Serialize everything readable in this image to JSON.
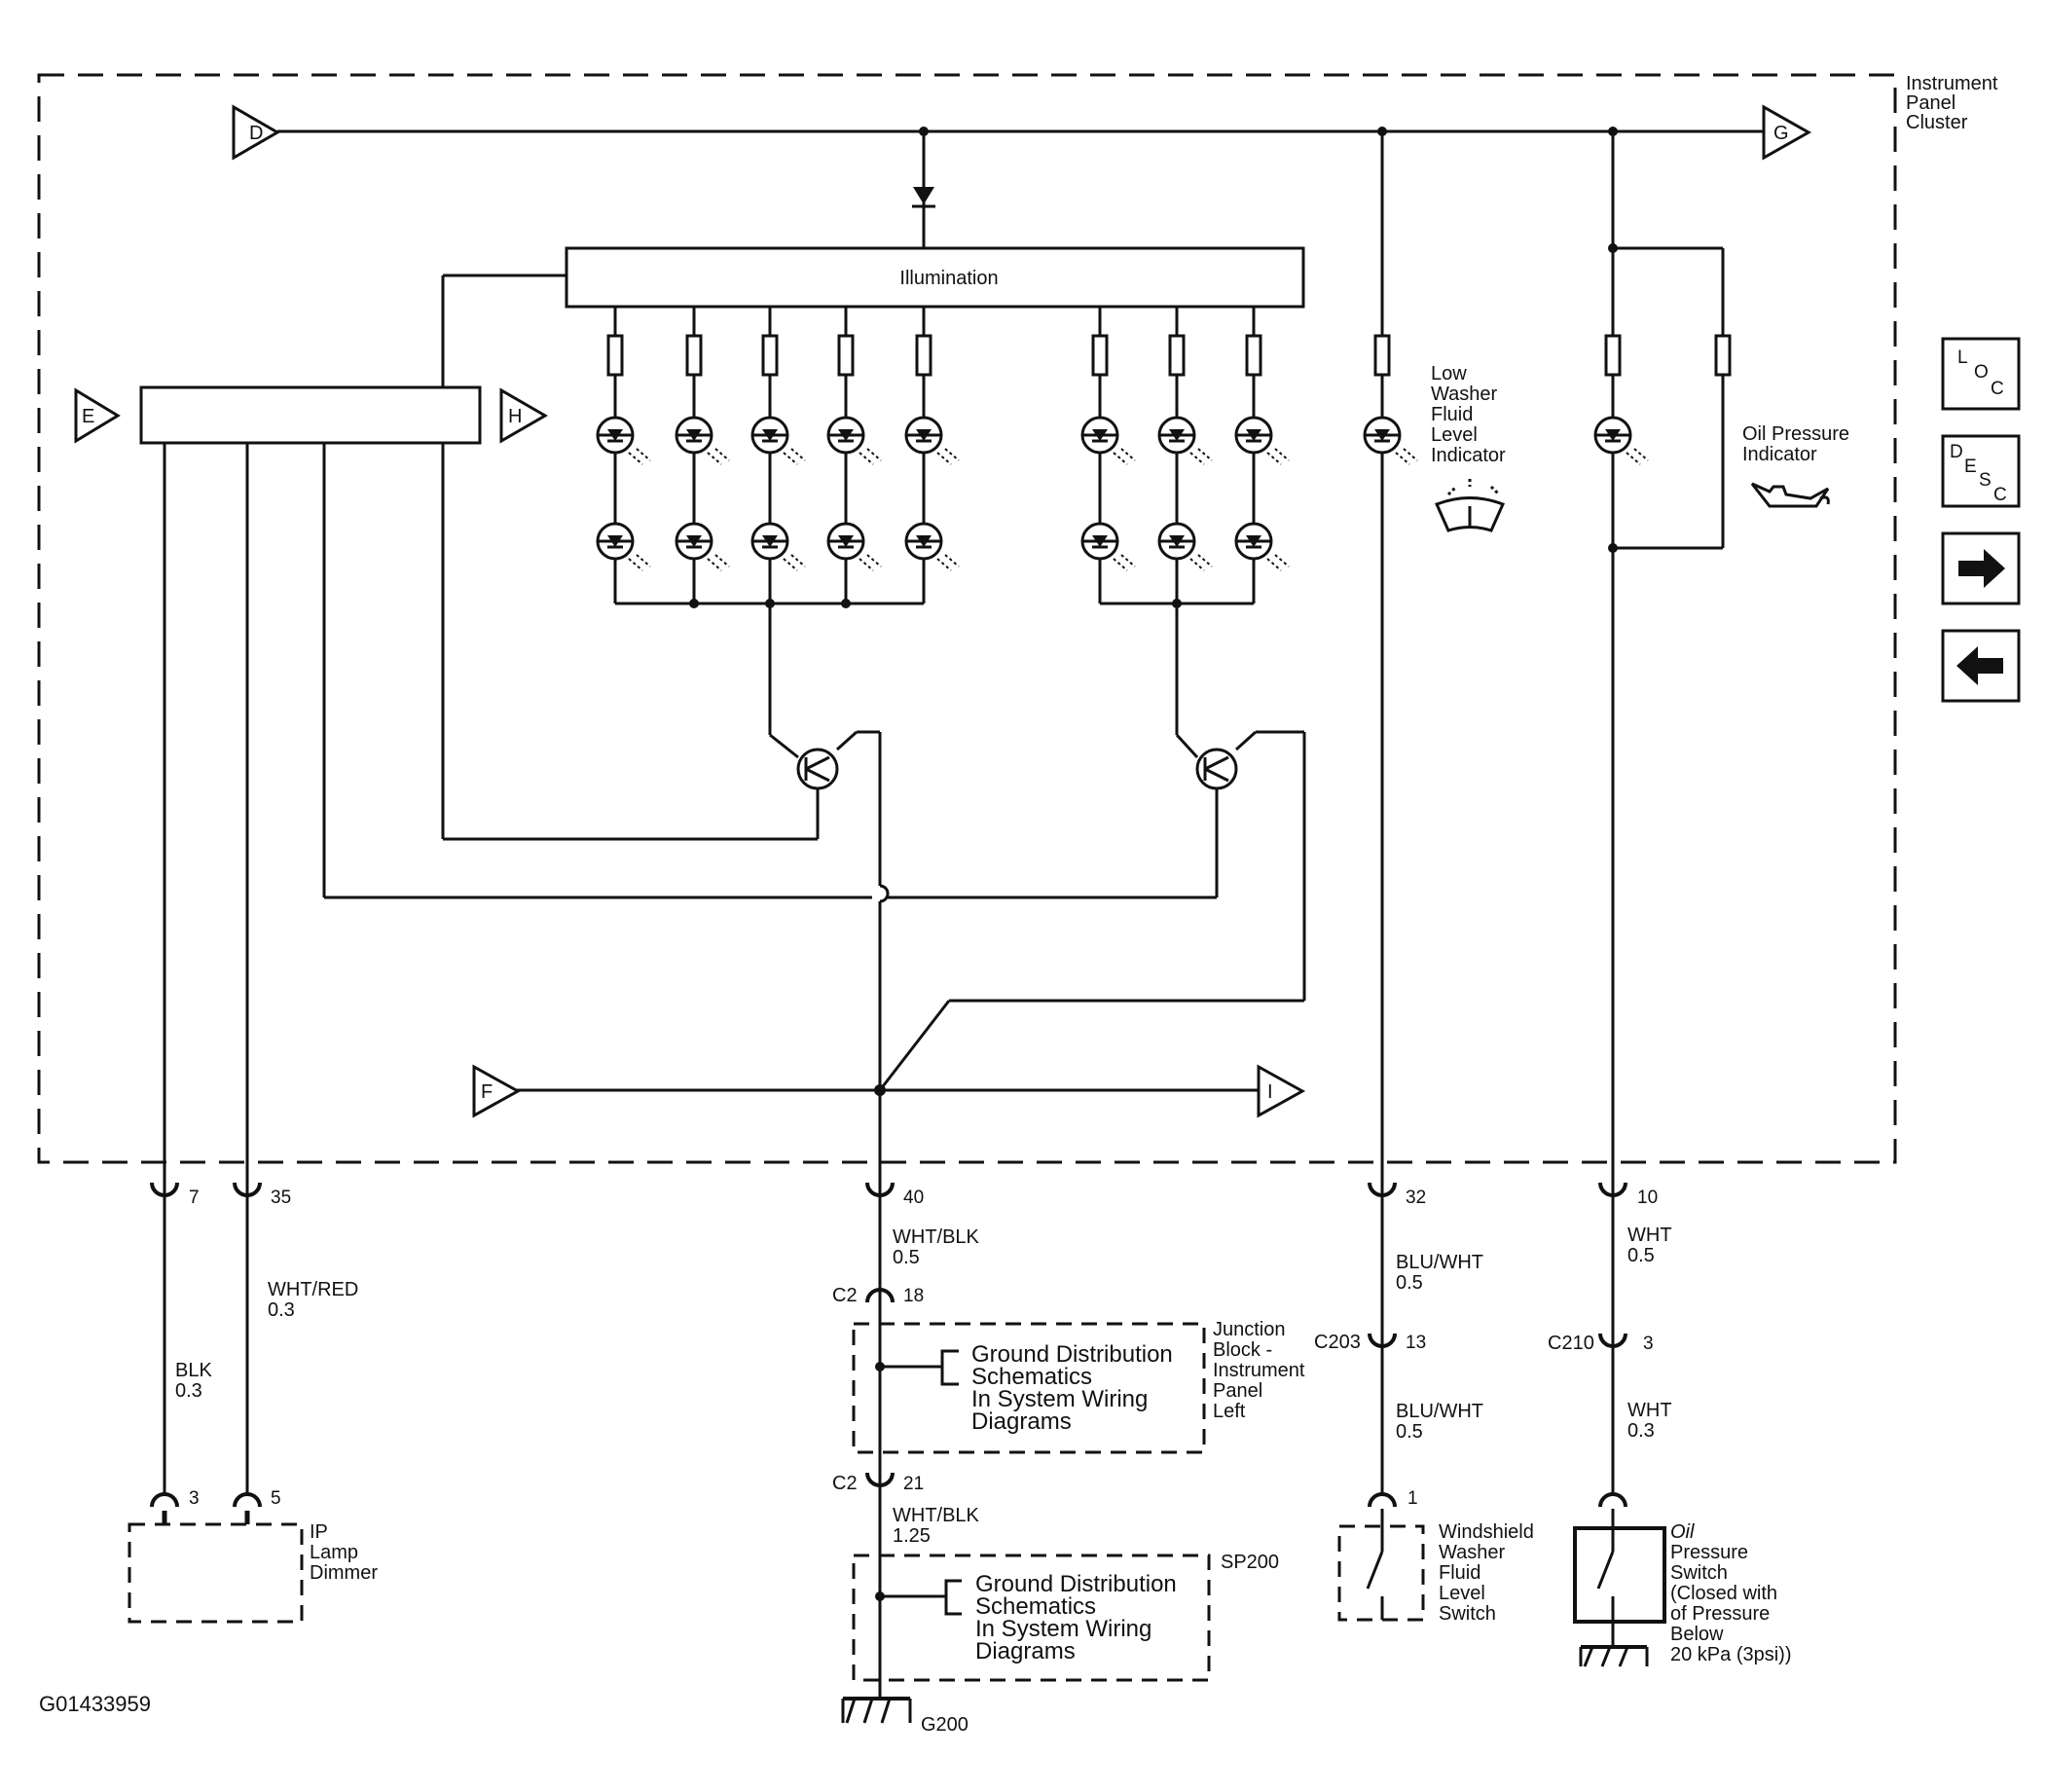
{
  "diagram_id": "G01433959",
  "cluster": {
    "label_lines": [
      "Instrument",
      "Panel",
      "Cluster"
    ],
    "illumination_label": "Illumination",
    "connectors": {
      "d": "D",
      "g": "G",
      "e": "E",
      "h": "H",
      "f": "F",
      "i": "I"
    },
    "low_washer_lines": [
      "Low",
      "Washer",
      "Fluid",
      "Level",
      "Indicator"
    ],
    "oil_indicator_lines": [
      "Oil Pressure",
      "Indicator"
    ]
  },
  "wires": {
    "pin7": "7",
    "pin35": "35",
    "pin40": "40",
    "pin32": "32",
    "pin10": "10",
    "blk_color": "BLK",
    "blk_size": "0.3",
    "whtred_color": "WHT/RED",
    "whtred_size": "0.3",
    "whtblk1_color": "WHT/BLK",
    "whtblk1_size": "0.5",
    "whtblk2_color": "WHT/BLK",
    "whtblk2_size": "1.25",
    "bluwht1_color": "BLU/WHT",
    "bluwht1_size": "0.5",
    "bluwht2_color": "BLU/WHT",
    "bluwht2_size": "0.5",
    "wht1_color": "WHT",
    "wht1_size": "0.5",
    "wht2_color": "WHT",
    "wht2_size": "0.3"
  },
  "connectors": {
    "c2_top": "C2",
    "c2_top_pin": "18",
    "c2_bottom": "C2",
    "c2_bottom_pin": "21",
    "c203": "C203",
    "c203_pin": "13",
    "c210": "C210",
    "c210_pin": "3",
    "dimmer_pin3": "3",
    "dimmer_pin5": "5",
    "washer_switch_pin": "1"
  },
  "components": {
    "ip_dimmer_lines": [
      "IP",
      "Lamp",
      "Dimmer"
    ],
    "junction_block_lines": [
      "Junction",
      "Block -",
      "Instrument",
      "Panel",
      "Left"
    ],
    "ground_dist_lines": [
      "Ground Distribution",
      "Schematics",
      "In System Wiring",
      "Diagrams"
    ],
    "sp200": "SP200",
    "g200": "G200",
    "washer_switch_lines": [
      "Windshield",
      "Washer",
      "Fluid",
      "Level",
      "Switch"
    ],
    "oil_switch_lines": [
      "Oil",
      "Pressure",
      "Switch",
      "(Closed with",
      "of Pressure",
      "Below",
      "20 kPa (3psi))"
    ]
  },
  "nav": {
    "loc": [
      "L",
      "O",
      "C"
    ],
    "desc": [
      "D",
      "E",
      "S",
      "C"
    ],
    "next_icon": "arrow-right-icon",
    "prev_icon": "arrow-left-icon"
  },
  "colors": {
    "line": "#111111",
    "background": "#ffffff"
  }
}
